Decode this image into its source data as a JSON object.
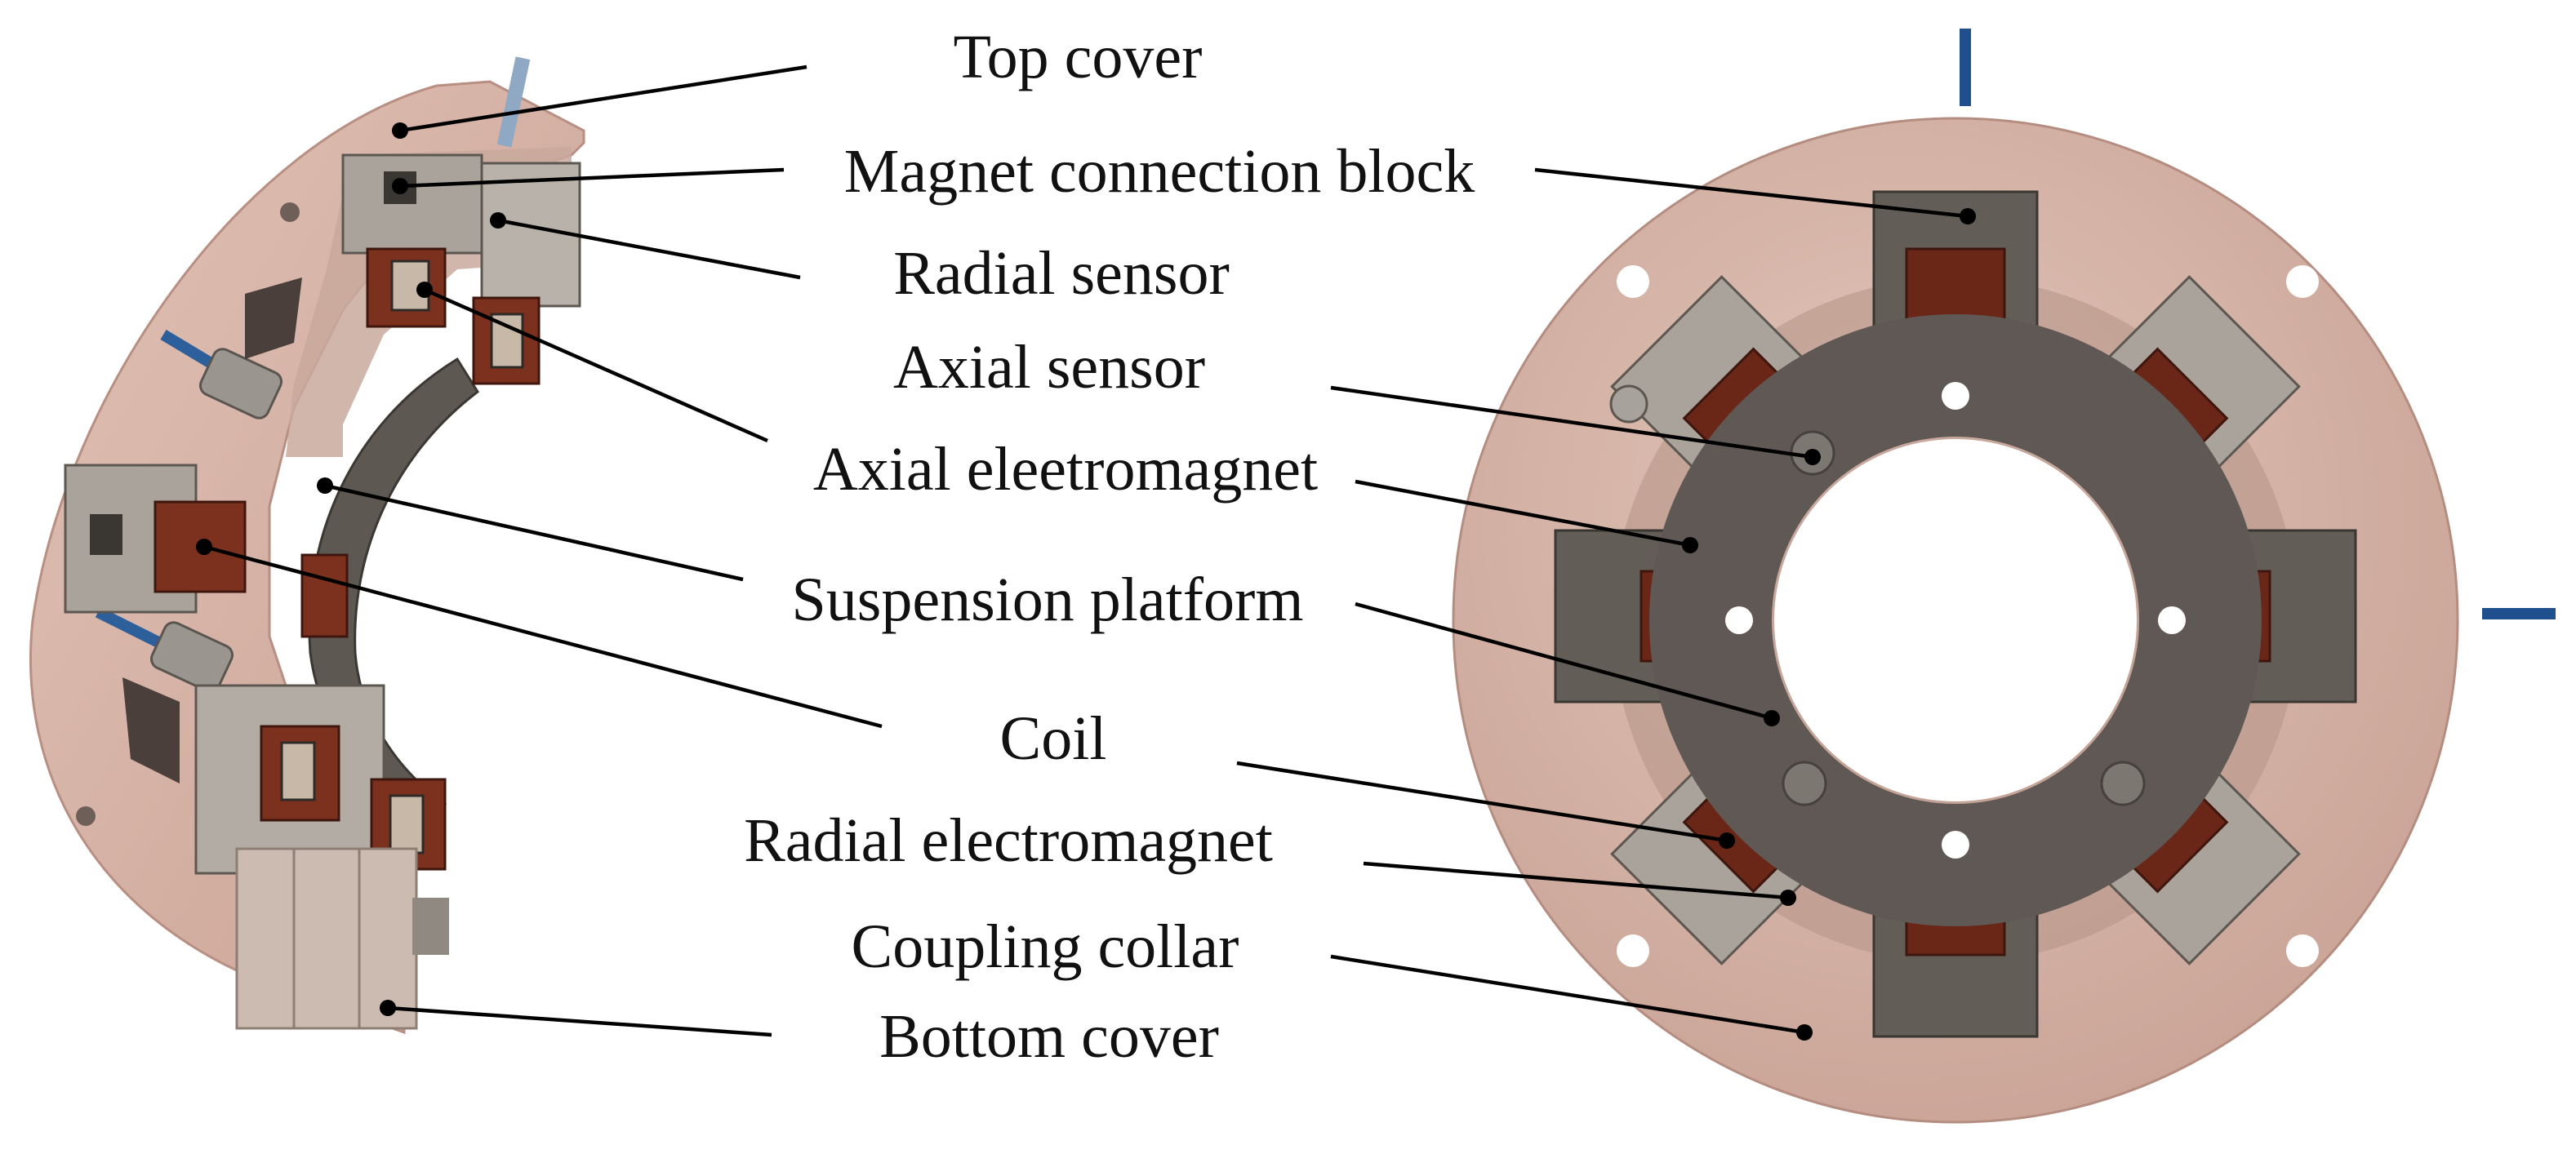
{
  "labels": {
    "top_cover": "Top cover",
    "magnet_connection_block": "Magnet connection block",
    "radial_sensor": "Radial sensor",
    "axial_sensor": "Axial sensor",
    "axial_electromagnet": "Axial eleetromagnet",
    "suspension_platform": "Suspension platform",
    "coil": "Coil",
    "radial_electromagnet": "Radial electromagnet",
    "coupling_collar": "Coupling collar",
    "bottom_cover": "Bottom cover"
  },
  "colors": {
    "cover": "#d9b9ad",
    "cover_shade": "#b99589",
    "block": "#a8a29a",
    "block_dark": "#6f6a64",
    "coil": "#7a2f1d",
    "coil_dark": "#4d1a10",
    "platform": "#5f5854",
    "rod": "#2d5f9a"
  }
}
